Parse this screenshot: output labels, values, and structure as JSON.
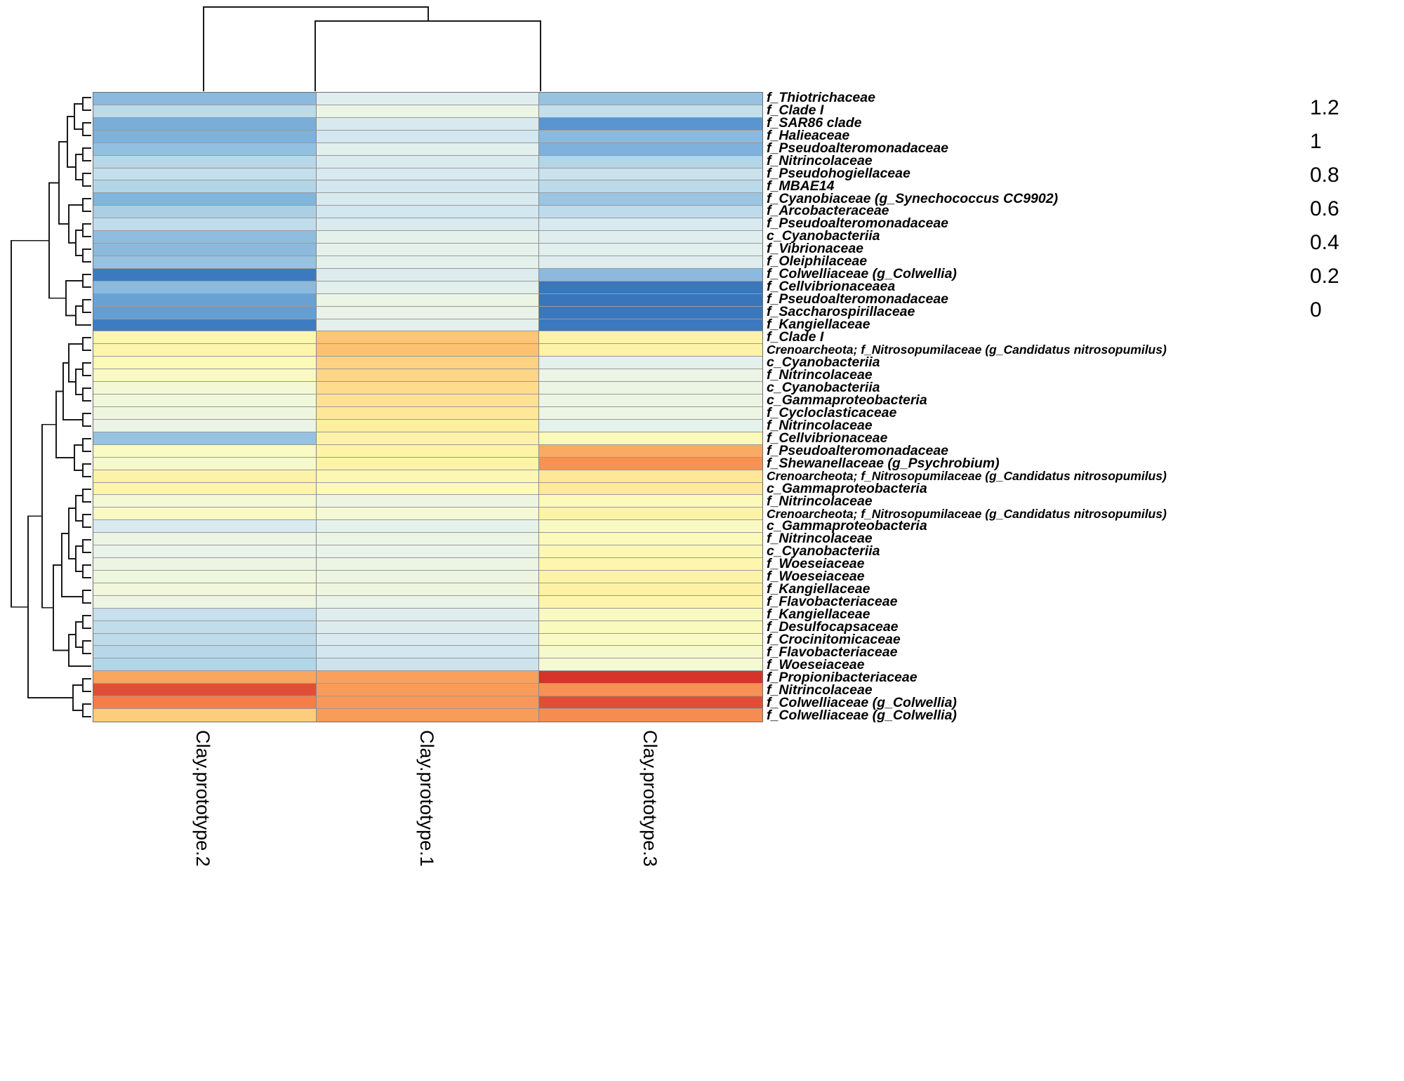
{
  "chart_data": {
    "type": "heatmap",
    "title": "",
    "xlabel": "",
    "ylabel": "",
    "legend_position": "right",
    "grid": false,
    "colorbar": {
      "label": "",
      "ticks": [
        "1.2",
        "1",
        "0.8",
        "0.6",
        "0.4",
        "0.2",
        "0"
      ],
      "tick_values": [
        1.2,
        1.0,
        0.8,
        0.6,
        0.4,
        0.2,
        0.0
      ],
      "vmin": 0,
      "vmax": 1.3,
      "colormap": "RdYlBu-reversed",
      "low_color": "#3a76b8",
      "mid_color": "#fbf9b4",
      "high_color": "#d93027"
    },
    "columns": [
      "Clay.prototype.2",
      "Clay.prototype.1",
      "Clay.prototype.3"
    ],
    "rows": [
      "f_Thiotrichaceae",
      "f_Clade I",
      "f_SAR86 clade",
      "f_Halieaceae",
      "f_Pseudoalteromonadaceae",
      "f_Nitrincolaceae",
      "f_Pseudohogiellaceae",
      "f_MBAE14",
      "f_Cyanobiaceae (g_Synechococcus CC9902)",
      "f_Arcobacteraceae",
      "f_Pseudoalteromonadaceae",
      "c_Cyanobacteriia",
      "f_Vibrionaceae",
      "f_Oleiphilaceae",
      "f_Colwelliaceae (g_Colwellia)",
      "f_Cellvibrionaceaea",
      "f_Pseudoalteromonadaceae",
      "f_Saccharospirillaceae",
      "f_Kangiellaceae",
      "f_Clade I",
      "Crenoarcheota; f_Nitrosopumilaceae (g_Candidatus nitrosopumilus)",
      "c_Cyanobacteriia",
      "f_Nitrincolaceae",
      "c_Cyanobacteriia",
      "c_Gammaproteobacteria",
      "f_Cycloclasticaceae",
      "f_Nitrincolaceae",
      "f_Cellvibrionaceae",
      "f_Pseudoalteromonadaceae",
      "f_Shewanellaceae (g_Psychrobium)",
      "Crenoarcheota; f_Nitrosopumilaceae (g_Candidatus nitrosopumilus)",
      "c_Gammaproteobacteria",
      "f_Nitrincolaceae",
      "Crenoarcheota; f_Nitrosopumilaceae (g_Candidatus nitrosopumilus)",
      "c_Gammaproteobacteria",
      "f_Nitrincolaceae",
      "c_Cyanobacteriia",
      "f_Woeseiaceae",
      "f_Woeseiaceae",
      "f_Kangiellaceae",
      "f_Flavobacteriaceae",
      "f_Kangiellaceae",
      "f_Desulfocapsaceae",
      "f_Crocinitomicaceae",
      "f_Flavobacteriaceae",
      "f_Woeseiaceae",
      "f_Propionibacteriaceae",
      "f_Nitrincolaceae",
      "f_Colwelliaceae (g_Colwellia)",
      "f_Colwelliaceae (g_Colwellia)"
    ],
    "values": [
      [
        0.3,
        0.55,
        0.33
      ],
      [
        0.42,
        0.62,
        0.45
      ],
      [
        0.26,
        0.52,
        0.18
      ],
      [
        0.27,
        0.5,
        0.3
      ],
      [
        0.32,
        0.56,
        0.27
      ],
      [
        0.41,
        0.53,
        0.4
      ],
      [
        0.45,
        0.52,
        0.47
      ],
      [
        0.4,
        0.5,
        0.42
      ],
      [
        0.28,
        0.52,
        0.34
      ],
      [
        0.38,
        0.5,
        0.43
      ],
      [
        0.44,
        0.53,
        0.52
      ],
      [
        0.31,
        0.57,
        0.55
      ],
      [
        0.3,
        0.58,
        0.56
      ],
      [
        0.33,
        0.57,
        0.55
      ],
      [
        0.08,
        0.54,
        0.3
      ],
      [
        0.3,
        0.56,
        0.06
      ],
      [
        0.22,
        0.62,
        0.05
      ],
      [
        0.21,
        0.6,
        0.06
      ],
      [
        0.09,
        0.57,
        0.07
      ],
      [
        0.78,
        0.97,
        0.8
      ],
      [
        0.79,
        0.98,
        0.81
      ],
      [
        0.75,
        0.93,
        0.57
      ],
      [
        0.72,
        0.92,
        0.61
      ],
      [
        0.68,
        0.9,
        0.62
      ],
      [
        0.66,
        0.88,
        0.63
      ],
      [
        0.64,
        0.86,
        0.62
      ],
      [
        0.61,
        0.83,
        0.58
      ],
      [
        0.33,
        0.8,
        0.74
      ],
      [
        0.72,
        0.81,
        1.03
      ],
      [
        0.7,
        0.8,
        1.08
      ],
      [
        0.8,
        0.76,
        0.86
      ],
      [
        0.79,
        0.74,
        0.85
      ],
      [
        0.68,
        0.63,
        0.74
      ],
      [
        0.72,
        0.68,
        0.8
      ],
      [
        0.52,
        0.58,
        0.72
      ],
      [
        0.62,
        0.62,
        0.74
      ],
      [
        0.6,
        0.6,
        0.76
      ],
      [
        0.63,
        0.62,
        0.78
      ],
      [
        0.64,
        0.63,
        0.8
      ],
      [
        0.66,
        0.64,
        0.82
      ],
      [
        0.63,
        0.6,
        0.79
      ],
      [
        0.46,
        0.55,
        0.72
      ],
      [
        0.44,
        0.54,
        0.73
      ],
      [
        0.43,
        0.52,
        0.72
      ],
      [
        0.41,
        0.5,
        0.7
      ],
      [
        0.4,
        0.48,
        0.68
      ],
      [
        1.04,
        1.05,
        1.28
      ],
      [
        1.22,
        1.06,
        1.08
      ],
      [
        1.12,
        1.07,
        1.22
      ],
      [
        0.95,
        1.06,
        1.09
      ]
    ]
  },
  "row_dendrogram": {
    "description": "hierarchical clustering of taxa rows, left side"
  },
  "column_dendrogram": {
    "description": "hierarchical clustering of 3 sample columns, top"
  }
}
